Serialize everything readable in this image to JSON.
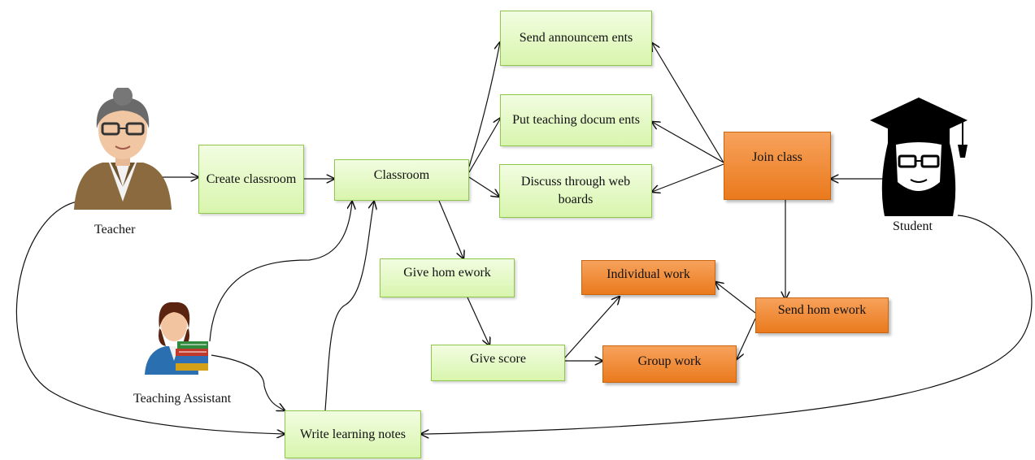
{
  "actors": {
    "teacher": "Teacher",
    "student": "Student",
    "assistant": "Teaching Assistant"
  },
  "nodes": {
    "create_classroom": "Create classroom",
    "classroom": "Classroom",
    "send_announcements": "Send announcem ents",
    "put_teaching_documents": "Put teaching docum ents",
    "discuss_web_boards": "Discuss through web boards",
    "join_class": "Join class",
    "give_homework": "Give hom ework",
    "give_score": "Give score",
    "individual_work": "Individual work",
    "group_work": "Group work",
    "send_homework": "Send hom ework",
    "write_learning_notes": "Write learning notes"
  },
  "colors": {
    "green_fill": "#d8f5ad",
    "green_border": "#8fc74d",
    "orange_fill": "#ea7a1d",
    "arrow": "#111111"
  },
  "icons": {
    "teacher": "teacher-avatar-icon",
    "student": "graduate-student-icon",
    "assistant": "assistant-with-books-icon"
  }
}
